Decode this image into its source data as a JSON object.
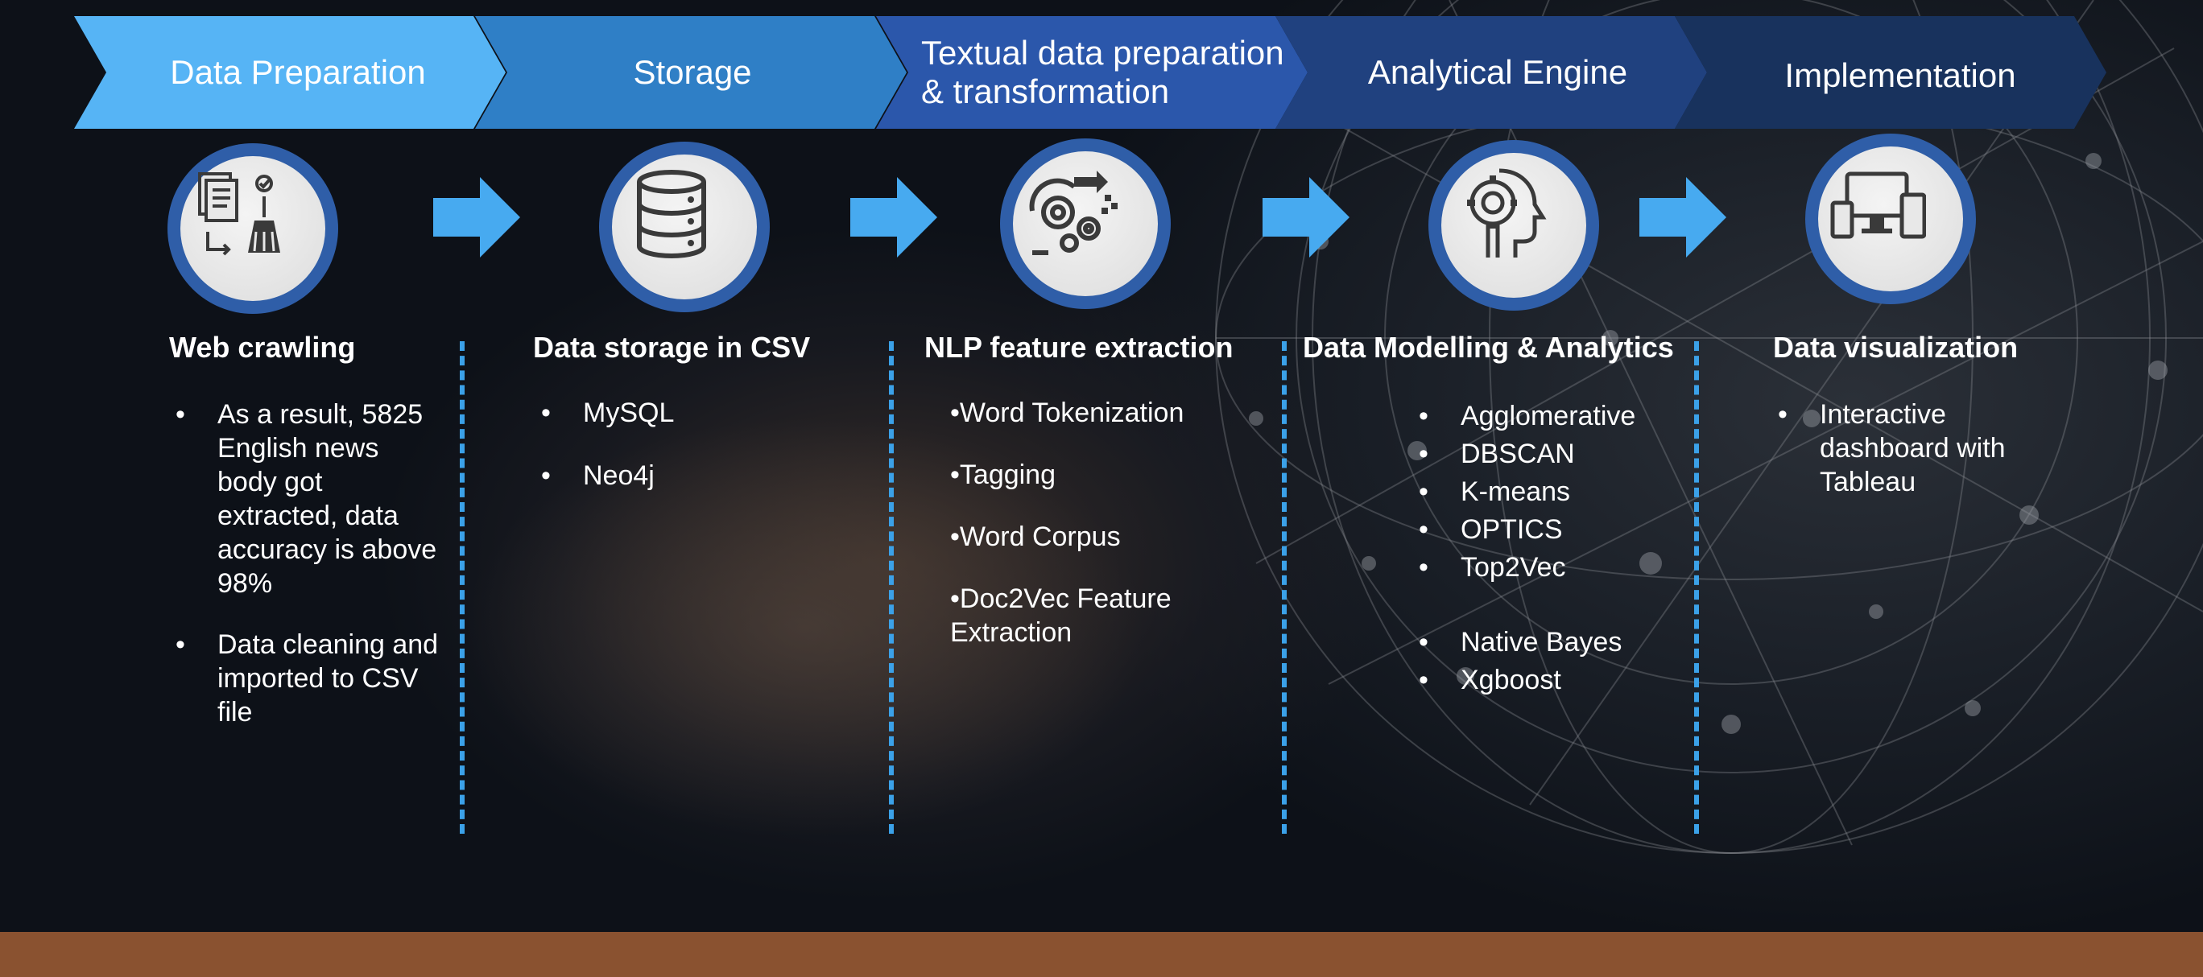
{
  "stages": [
    {
      "title": "Data Preparation",
      "heading": "Web crawling",
      "items": [
        "As a result, 5825 English news body got extracted, data accuracy is above 98%",
        "Data cleaning and imported to CSV file"
      ]
    },
    {
      "title": "Storage",
      "heading": "Data storage in CSV",
      "items": [
        "MySQL",
        "Neo4j"
      ]
    },
    {
      "title": "Textual data preparation\n& transformation",
      "heading": "NLP feature extraction",
      "items": [
        "•Word Tokenization",
        "•Tagging",
        "•Word Corpus",
        "•Doc2Vec Feature Extraction"
      ]
    },
    {
      "title": "Analytical Engine",
      "heading": "Data Modelling & Analytics",
      "items": [
        "Agglomerative",
        "DBSCAN",
        "K-means",
        "OPTICS",
        "Top2Vec",
        "Native Bayes",
        "Xgboost"
      ]
    },
    {
      "title": "Implementation",
      "heading": "Data visualization",
      "items": [
        "Interactive dashboard with Tableau"
      ]
    }
  ],
  "icons": [
    "document-cleaning-icon",
    "database-icon",
    "gears-process-icon",
    "head-gear-icon",
    "devices-icon"
  ],
  "colors": {
    "chevron_1": "#56b4f5",
    "chevron_2": "#2f7fc6",
    "chevron_3": "#2b57ab",
    "chevron_4": "#20417f",
    "chevron_5": "#18325d",
    "circle_ring": "#2f5ea8",
    "arrow": "#47aaf0",
    "divider": "#3ba1e8",
    "bottom_bar": "#8a5230"
  }
}
